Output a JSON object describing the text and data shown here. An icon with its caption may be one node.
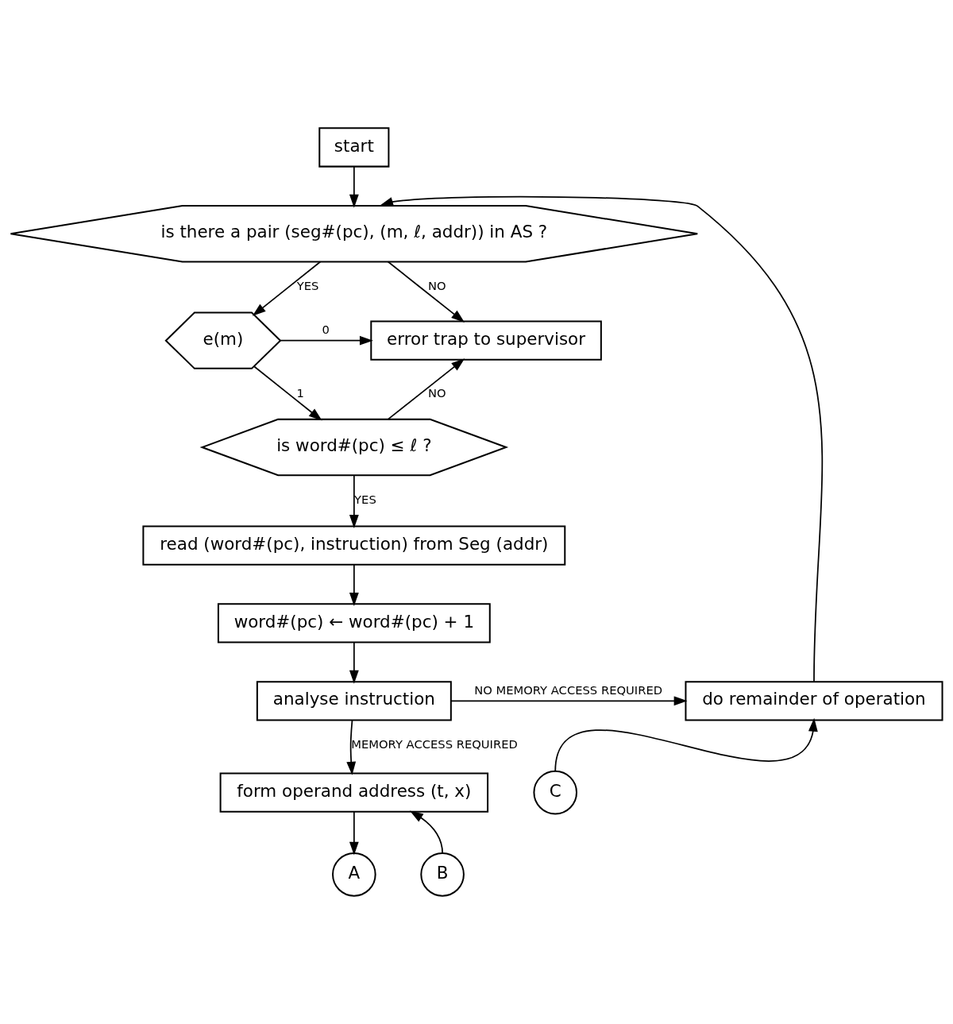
{
  "diagram": {
    "nodes": [
      {
        "text": [
          "start"
        ]
      },
      {
        "text": [
          "is there a pair (seg#(pc), (m, ℓ, addr)) in AS ?"
        ]
      },
      {
        "text": [
          "e(m)"
        ]
      },
      {
        "text": [
          "error trap to supervisor"
        ]
      },
      {
        "text": [
          "is word#(pc) ≤ ℓ ?"
        ]
      },
      {
        "text": [
          "read (word#(pc), instruction) from Seg (addr)"
        ]
      },
      {
        "text": [
          "word#(pc) ← word#(pc) + 1"
        ]
      },
      {
        "text": [
          "analyse instruction"
        ]
      },
      {
        "text": [
          "do remainder of operation"
        ]
      },
      {
        "text": [
          "form operand address (t, x)"
        ]
      },
      {
        "text": [
          "A"
        ]
      },
      {
        "text": [
          "B"
        ]
      },
      {
        "text": [
          "C"
        ]
      }
    ],
    "edges": [
      {
        "from": 0,
        "to": 1,
        "arrow": "to"
      },
      {
        "from": 1,
        "to": 2,
        "arrow": "to",
        "label": "YES"
      },
      {
        "from": 1,
        "to": 3,
        "arrow": "to",
        "label": "NO"
      },
      {
        "from": 2,
        "to": 3,
        "arrow": "to",
        "label": "0"
      },
      {
        "from": 2,
        "to": 4,
        "arrow": "to",
        "label": "1"
      },
      {
        "from": 4,
        "to": 3,
        "arrow": "to",
        "label": "NO"
      },
      {
        "from": 4,
        "to": 5,
        "arrow": "to",
        "label": "YES"
      },
      {
        "from": 5,
        "to": 6,
        "arrow": "to"
      },
      {
        "from": 6,
        "to": 7,
        "arrow": "to"
      },
      {
        "from": 7,
        "to": 8,
        "arrow": "to",
        "label": "NO MEMORY ACCESS REQUIRED"
      },
      {
        "from": 7,
        "to": 9,
        "arrow": "to",
        "label": "MEMORY ACCESS REQUIRED"
      },
      {
        "from": 8,
        "to": 1,
        "arrow": "to"
      },
      {
        "from": 9,
        "to": 10,
        "arrow": "to"
      },
      {
        "from": 11,
        "to": 9,
        "arrow": "to"
      },
      {
        "from": 12,
        "to": 8,
        "arrow": "to"
      }
    ]
  }
}
